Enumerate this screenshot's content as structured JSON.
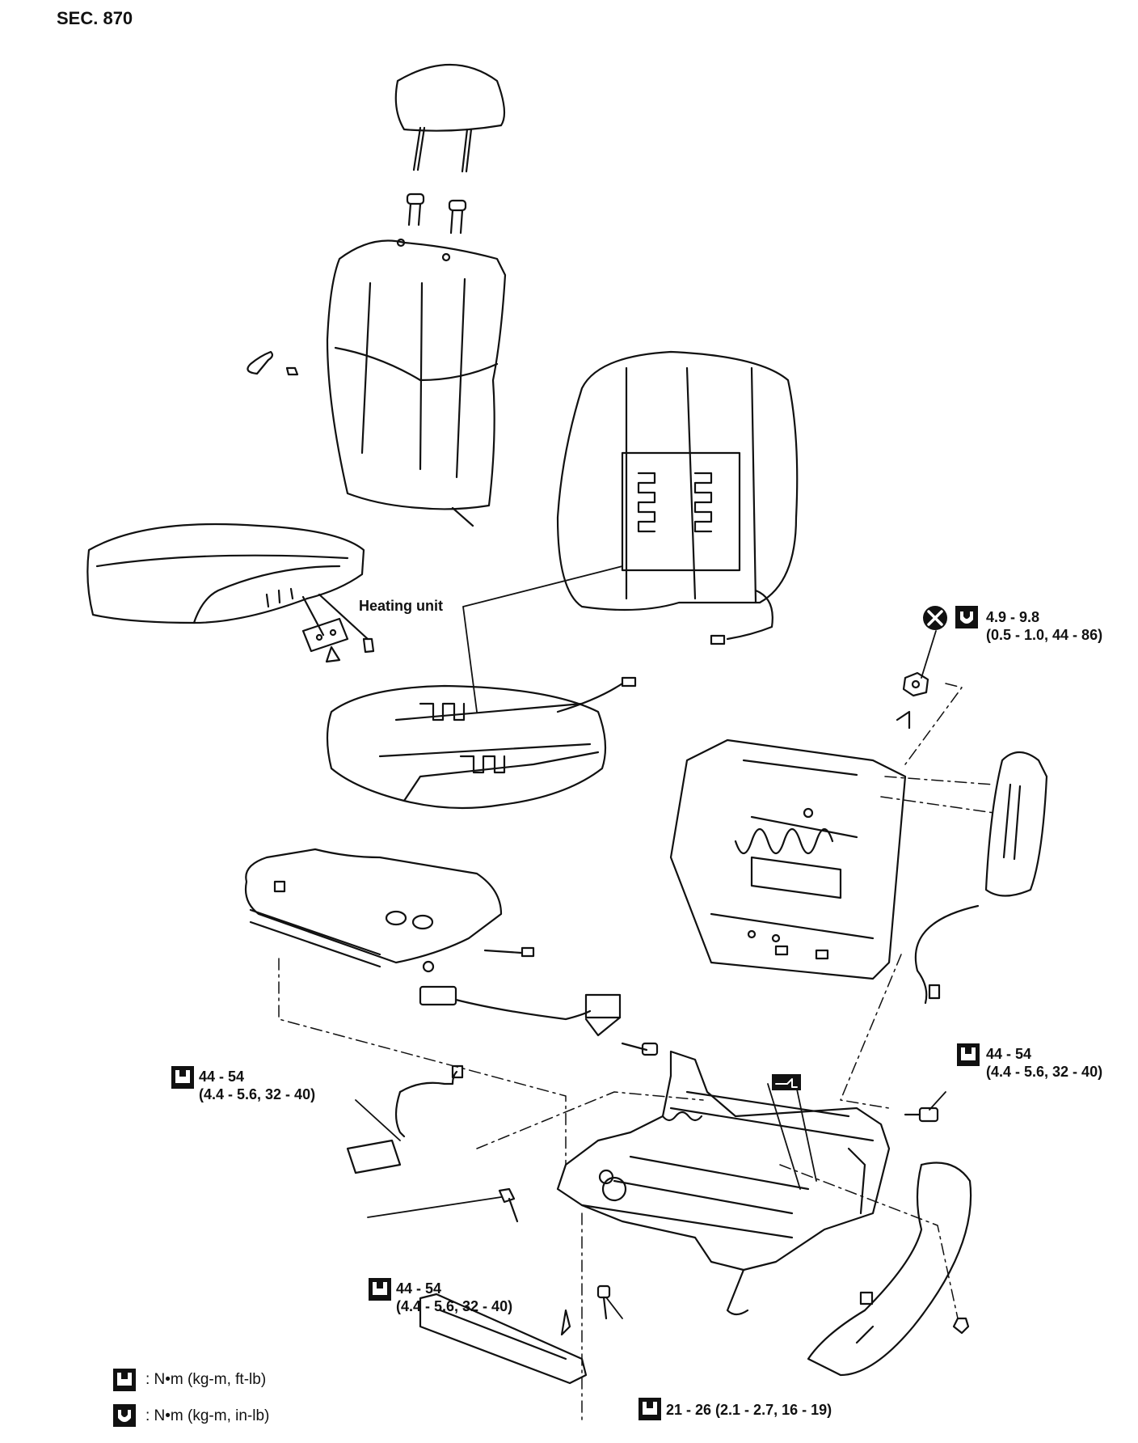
{
  "section": "SEC. 870",
  "callouts": {
    "heating_unit": "Heating unit"
  },
  "torques": {
    "frame_nut": {
      "line1": "4.9 - 9.8",
      "line2": "(0.5 - 1.0, 44 - 86)"
    },
    "right_bolt": {
      "line1": "44 - 54",
      "line2": "(4.4 - 5.6, 32 - 40)"
    },
    "buckle_bolt": {
      "line1": "44 - 54",
      "line2": "(4.4 - 5.6, 32 - 40)"
    },
    "front_bolt": {
      "line1": "44 - 54",
      "line2": "(4.4 - 5.6, 32 - 40)"
    },
    "rail_bolt": {
      "line1": "21 - 26 (2.1 - 2.7, 16 - 19)"
    }
  },
  "legend": [
    {
      "icon": "torque-ft-lb-icon",
      "text": ": N•m (kg-m, ft-lb)"
    },
    {
      "icon": "torque-in-lb-icon",
      "text": ": N•m (kg-m, in-lb)"
    }
  ]
}
